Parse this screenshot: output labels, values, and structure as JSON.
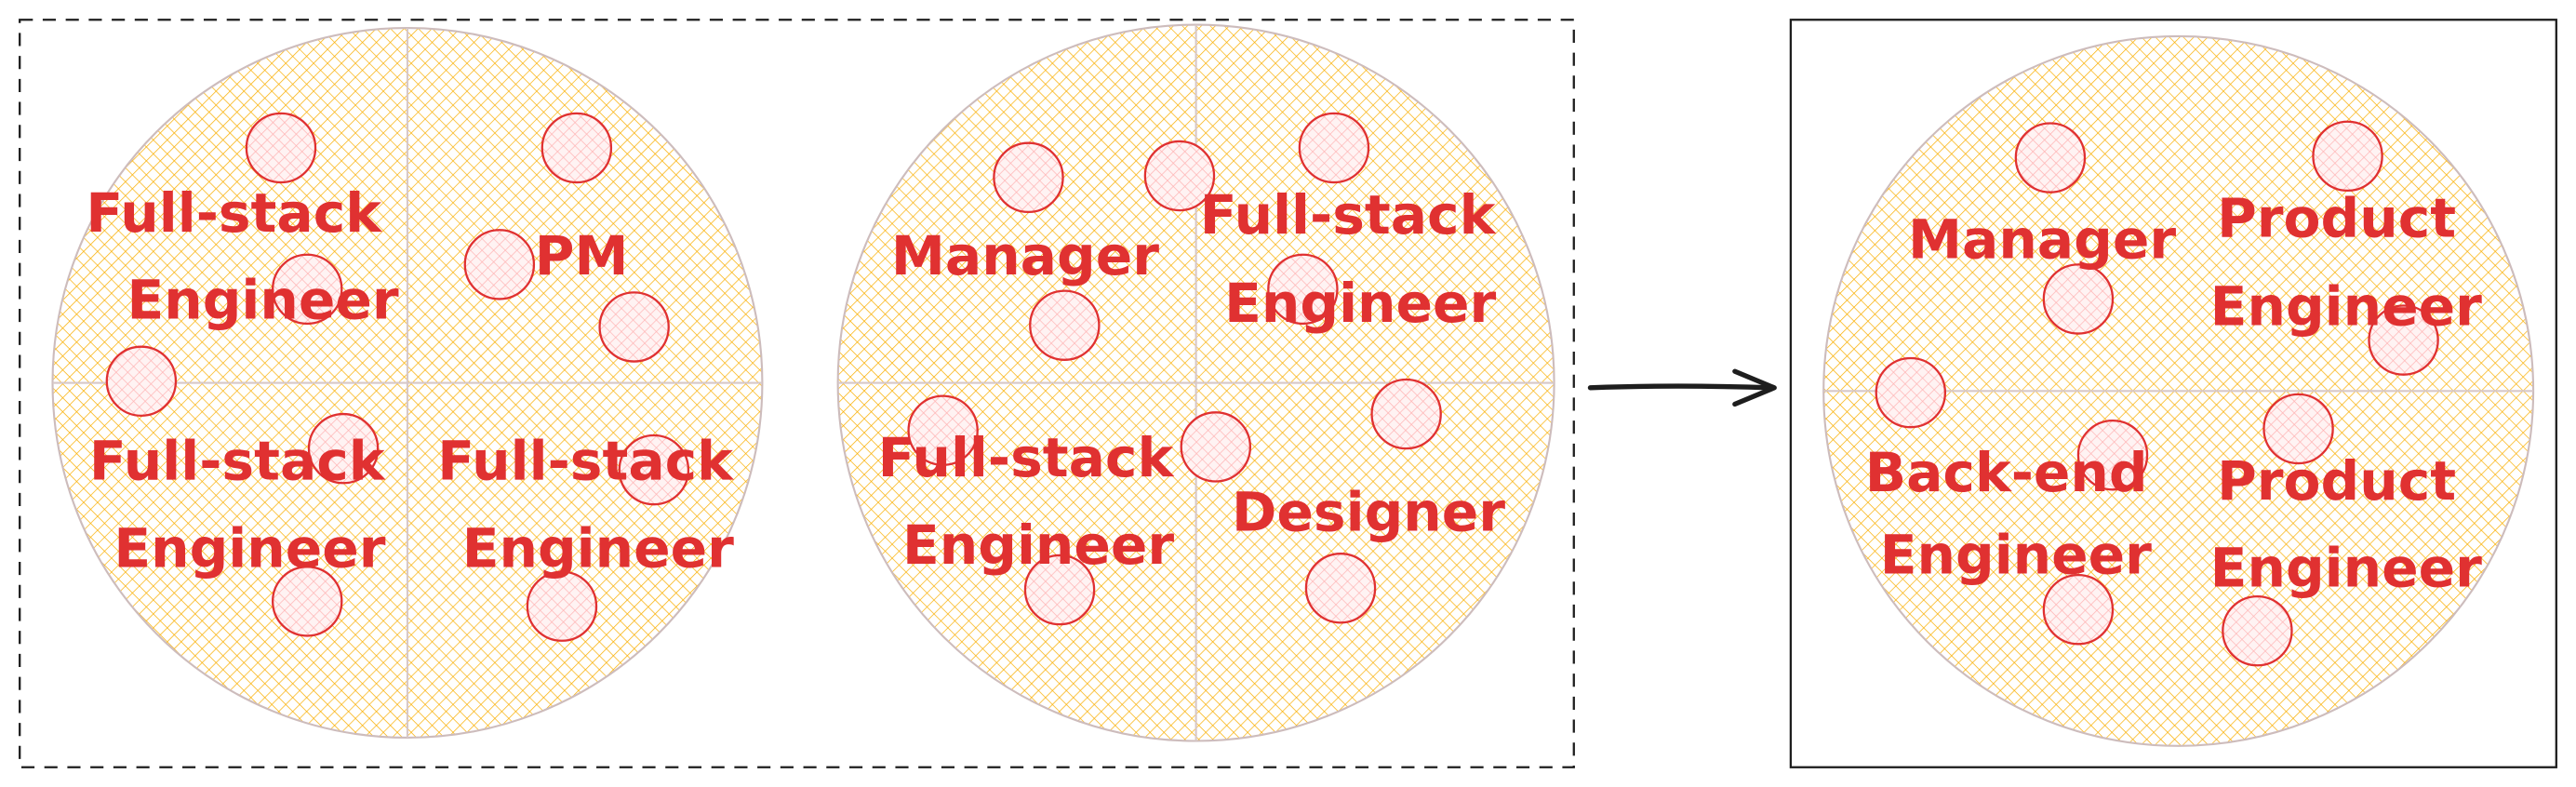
{
  "diagram": {
    "before_group": {
      "pizzas": [
        {
          "slices": [
            {
              "lines": [
                "Full-stack",
                "Engineer"
              ]
            },
            {
              "lines": [
                "PM"
              ]
            },
            {
              "lines": [
                "Full-stack",
                "Engineer"
              ]
            },
            {
              "lines": [
                "Full-stack",
                "Engineer"
              ]
            }
          ]
        },
        {
          "slices": [
            {
              "lines": [
                "Manager"
              ]
            },
            {
              "lines": [
                "Full-stack",
                "Engineer"
              ]
            },
            {
              "lines": [
                "Full-stack",
                "Engineer"
              ]
            },
            {
              "lines": [
                "Designer"
              ]
            }
          ]
        }
      ]
    },
    "after_group": {
      "pizza": {
        "slices": [
          {
            "lines": [
              "Manager"
            ]
          },
          {
            "lines": [
              "Product",
              "Engineer"
            ]
          },
          {
            "lines": [
              "Back-end",
              "Engineer"
            ]
          },
          {
            "lines": [
              "Product",
              "Engineer"
            ]
          }
        ]
      }
    },
    "colors": {
      "cheese": "#fab005",
      "pepperoni_stroke": "#e03131",
      "pepperoni_fill": "#ffc9c9",
      "text": "#e03131"
    }
  }
}
